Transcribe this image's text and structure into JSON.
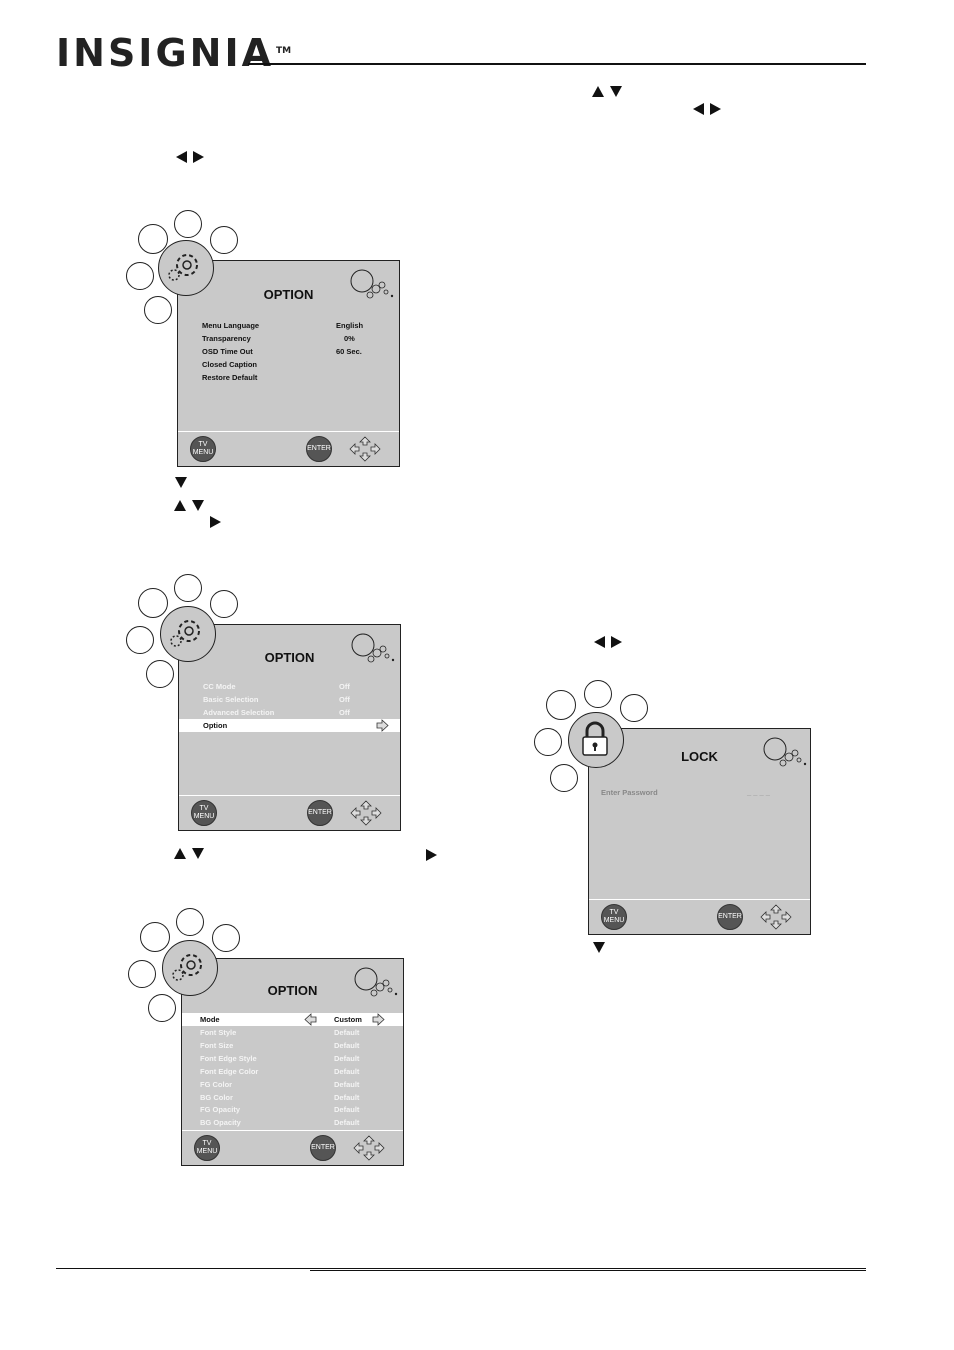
{
  "brand": {
    "logo": "INSIGNIA",
    "tm": "TM"
  },
  "screens": {
    "option1": {
      "title": "OPTION",
      "rows": [
        {
          "label": "Menu Language",
          "value": "English"
        },
        {
          "label": "Transparency",
          "value": "0%"
        },
        {
          "label": "OSD Time Out",
          "value": "60 Sec."
        },
        {
          "label": "Closed Caption",
          "value": ""
        },
        {
          "label": "Restore Default",
          "value": ""
        }
      ],
      "footer": {
        "menu_top": "TV",
        "menu_bottom": "MENU",
        "enter": "ENTER"
      }
    },
    "option2": {
      "title": "OPTION",
      "rows": [
        {
          "label": "CC Mode",
          "value": "Off"
        },
        {
          "label": "Basic Selection",
          "value": "Off"
        },
        {
          "label": "Advanced Selection",
          "value": "Off"
        },
        {
          "label": "Option",
          "value": ""
        }
      ],
      "footer": {
        "menu_top": "TV",
        "menu_bottom": "MENU",
        "enter": "ENTER"
      }
    },
    "option3": {
      "title": "OPTION",
      "rows": [
        {
          "label": "Mode",
          "value": "Custom"
        },
        {
          "label": "Font Style",
          "value": "Default"
        },
        {
          "label": "Font Size",
          "value": "Default"
        },
        {
          "label": "Font Edge Style",
          "value": "Default"
        },
        {
          "label": "Font Edge Color",
          "value": "Default"
        },
        {
          "label": "FG Color",
          "value": "Default"
        },
        {
          "label": "BG Color",
          "value": "Default"
        },
        {
          "label": "FG Opacity",
          "value": "Default"
        },
        {
          "label": "BG Opacity",
          "value": "Default"
        }
      ],
      "footer": {
        "menu_top": "TV",
        "menu_bottom": "MENU",
        "enter": "ENTER"
      }
    },
    "lock": {
      "title": "LOCK",
      "rows": [
        {
          "label": "Enter Password",
          "value": "_ _ _ _"
        }
      ],
      "footer": {
        "menu_top": "TV",
        "menu_bottom": "MENU",
        "enter": "ENTER"
      }
    }
  },
  "icons": {
    "up": "up-arrow-icon",
    "down": "down-arrow-icon",
    "left": "left-arrow-icon",
    "right": "right-arrow-icon"
  }
}
